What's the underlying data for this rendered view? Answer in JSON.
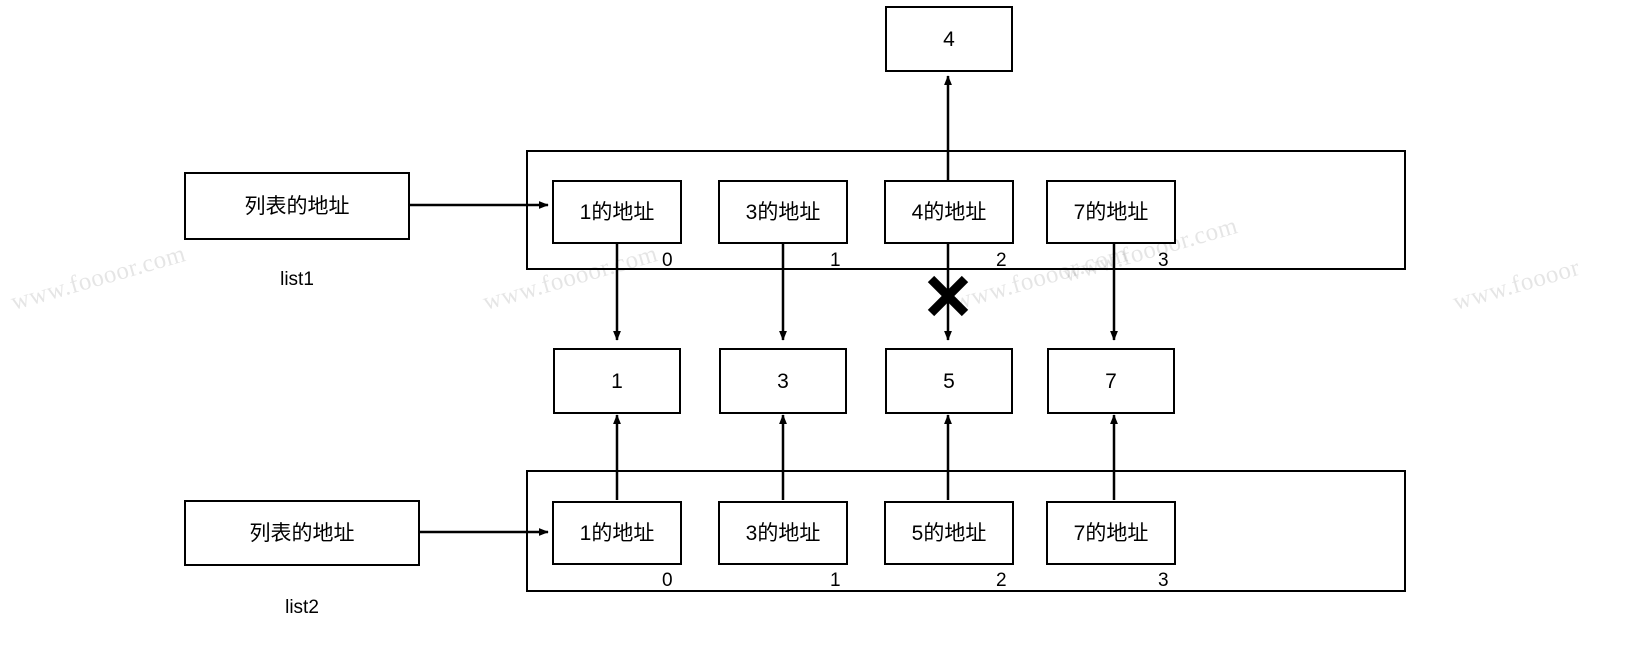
{
  "diagram": {
    "title": "list copy / pointer reference diagram",
    "stroke_color": "#000000",
    "background_color": "#ffffff",
    "watermark_text": "www.foooor.com"
  },
  "detached_node": {
    "label": "4"
  },
  "list1": {
    "name": "list1",
    "head_box_label": "列表的地址",
    "cells": [
      {
        "label": "1的地址",
        "index": "0"
      },
      {
        "label": "3的地址",
        "index": "1"
      },
      {
        "label": "4的地址",
        "index": "2"
      },
      {
        "label": "7的地址",
        "index": "3"
      }
    ]
  },
  "list2": {
    "name": "list2",
    "head_box_label": "列表的地址",
    "cells": [
      {
        "label": "1的地址",
        "index": "0"
      },
      {
        "label": "3的地址",
        "index": "1"
      },
      {
        "label": "5的地址",
        "index": "2"
      },
      {
        "label": "7的地址",
        "index": "3"
      }
    ]
  },
  "values": [
    {
      "label": "1"
    },
    {
      "label": "3"
    },
    {
      "label": "5"
    },
    {
      "label": "7"
    }
  ],
  "markers": {
    "broken_link": "x-mark"
  },
  "watermarks": [
    {
      "text": "www.foooor.com"
    },
    {
      "text": "www.foooor.com"
    },
    {
      "text": "www.foooor.com"
    },
    {
      "text": "www.foooor.com"
    },
    {
      "text": "www.foooor"
    }
  ]
}
